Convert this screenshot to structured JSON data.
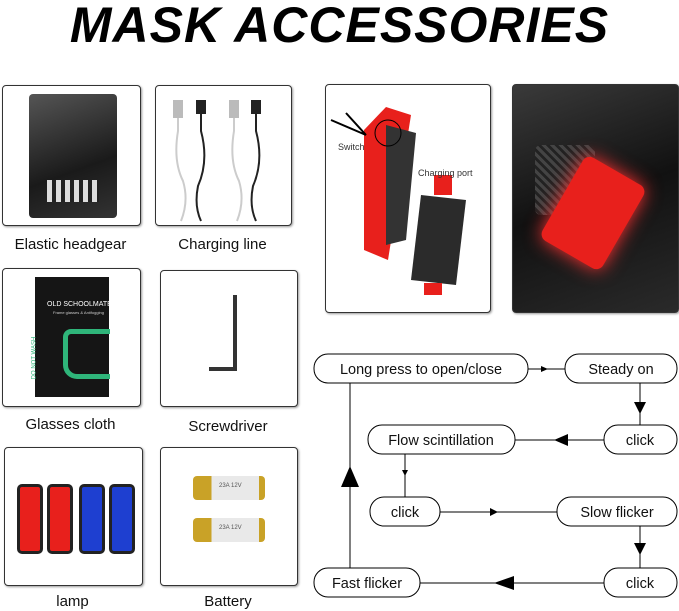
{
  "title": "MASK ACCESSORIES",
  "items": [
    {
      "label": "Elastic headgear"
    },
    {
      "label": "Charging line"
    },
    {
      "label": "Glasses cloth",
      "package_text": [
        "OLD SCHOOLMATE",
        "Frame glasses & Antifogging",
        "DO NOT WASH"
      ]
    },
    {
      "label": "Screwdriver"
    },
    {
      "label": "lamp"
    },
    {
      "label": "Battery",
      "battery_text": "23A 12V"
    }
  ],
  "lamp_photo": {
    "switch_label": "Switch",
    "port_label": "Charging port"
  },
  "flow": {
    "long_press": "Long press to open/close",
    "steady_on": "Steady on",
    "click1": "click",
    "flow_scintillation": "Flow scintillation",
    "click2": "click",
    "slow_flicker": "Slow flicker",
    "click3": "click",
    "fast_flicker": "Fast flicker"
  },
  "colors": {
    "red_light": "#e8201c",
    "blue_light": "#1e3fd0",
    "cloth_green": "#2fb57a"
  }
}
